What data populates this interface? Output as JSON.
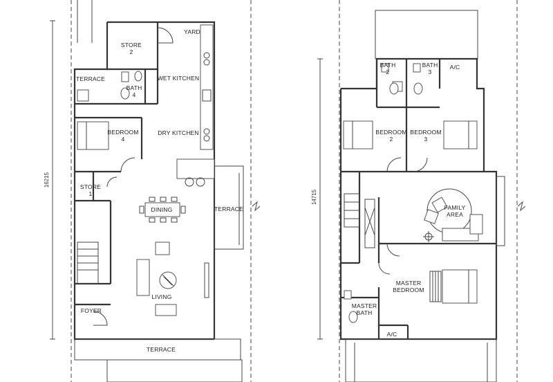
{
  "ground_floor": {
    "rooms": {
      "store_2_line1": "STORE",
      "store_2_line2": "2",
      "yard": "YARD",
      "terrace_top": "TERRACE",
      "bath_4_line1": "BATH",
      "bath_4_line2": "4",
      "wet_kitchen": "WET KITCHEN",
      "bedroom_4_line1": "BEDROOM",
      "bedroom_4_line2": "4",
      "dry_kitchen": "DRY KITCHEN",
      "store_1_line1": "STORE",
      "store_1_line2": "1",
      "dining": "DINING",
      "terrace_side": "TERRACE",
      "living": "LIVING",
      "foyer": "FOYER",
      "terrace_bottom": "TERRACE"
    },
    "dimension": "16215"
  },
  "first_floor": {
    "rooms": {
      "bath_2_line1": "BATH",
      "bath_2_line2": "2",
      "bath_3_line1": "BATH",
      "bath_3_line2": "3",
      "ac_top": "A/C",
      "bedroom_2_line1": "BEDROOM",
      "bedroom_2_line2": "2",
      "bedroom_3_line1": "BEDROOM",
      "bedroom_3_line2": "3",
      "family_area_line1": "FAMILY",
      "family_area_line2": "AREA",
      "master_bedroom_line1": "MASTER",
      "master_bedroom_line2": "BEDROOM",
      "master_bath_line1": "MASTER",
      "master_bath_line2": "BATH",
      "ac_bottom": "A/C"
    },
    "dimension": "14715"
  }
}
